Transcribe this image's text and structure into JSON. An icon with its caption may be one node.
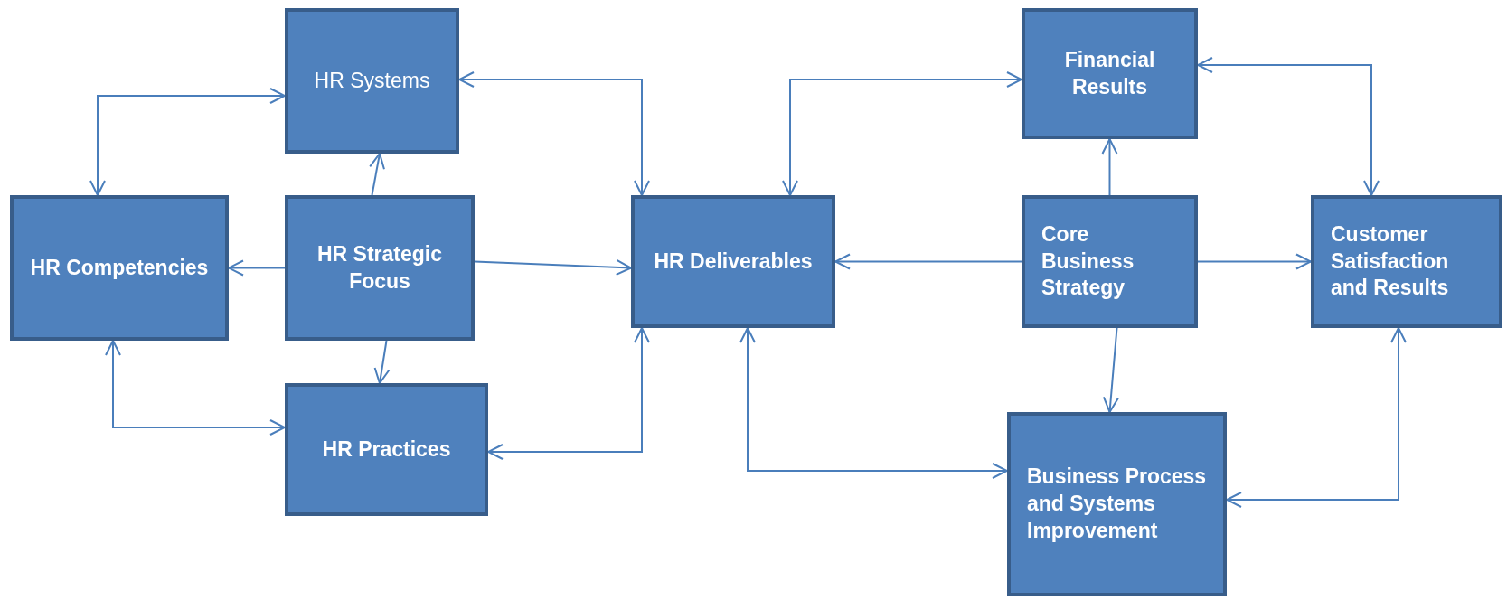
{
  "diagram": {
    "nodes": [
      {
        "text": [
          "HR Systems"
        ]
      },
      {
        "text": [
          "HR Competencies"
        ]
      },
      {
        "text": [
          "HR Strategic Focus"
        ]
      },
      {
        "text": [
          "HR Deliverables"
        ]
      },
      {
        "text": [
          "Financial Results"
        ]
      },
      {
        "text": [
          "Core Business Strategy"
        ]
      },
      {
        "text": [
          "Customer Satisfaction and Results"
        ]
      },
      {
        "text": [
          "HR Practices"
        ]
      },
      {
        "text": [
          "Business Process and Systems Improvement"
        ]
      }
    ],
    "edges": [
      {
        "from": 2,
        "to": 0,
        "arrow": "to"
      },
      {
        "from": 2,
        "to": 1,
        "arrow": "to"
      },
      {
        "from": 2,
        "to": 7,
        "arrow": "to"
      },
      {
        "from": 2,
        "to": 3,
        "arrow": "to"
      },
      {
        "from": 1,
        "to": 0,
        "arrow": "both"
      },
      {
        "from": 1,
        "to": 7,
        "arrow": "both"
      },
      {
        "from": 0,
        "to": 3,
        "arrow": "both"
      },
      {
        "from": 7,
        "to": 3,
        "arrow": "both"
      },
      {
        "from": 3,
        "to": 4,
        "arrow": "both"
      },
      {
        "from": 5,
        "to": 3,
        "arrow": "to"
      },
      {
        "from": 5,
        "to": 4,
        "arrow": "to"
      },
      {
        "from": 5,
        "to": 6,
        "arrow": "to"
      },
      {
        "from": 5,
        "to": 8,
        "arrow": "to"
      },
      {
        "from": 4,
        "to": 6,
        "arrow": "both"
      },
      {
        "from": 3,
        "to": 8,
        "arrow": "both"
      },
      {
        "from": 6,
        "to": 8,
        "arrow": "both"
      }
    ]
  }
}
